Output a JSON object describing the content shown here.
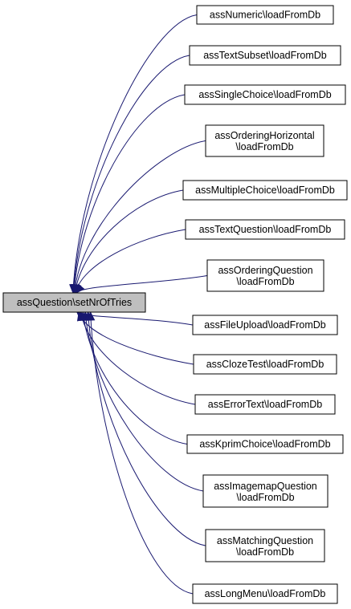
{
  "graph": {
    "root": {
      "id": "root",
      "label": [
        "assQuestion\\setNrOfTries"
      ]
    },
    "callers": [
      {
        "id": "numeric",
        "label": [
          "assNumeric\\loadFromDb"
        ]
      },
      {
        "id": "textsubset",
        "label": [
          "assTextSubset\\loadFromDb"
        ]
      },
      {
        "id": "singlechoice",
        "label": [
          "assSingleChoice\\loadFromDb"
        ]
      },
      {
        "id": "orderinghorizontal",
        "label": [
          "assOrderingHorizontal",
          "\\loadFromDb"
        ]
      },
      {
        "id": "multiplechoice",
        "label": [
          "assMultipleChoice\\loadFromDb"
        ]
      },
      {
        "id": "textquestion",
        "label": [
          "assTextQuestion\\loadFromDb"
        ]
      },
      {
        "id": "orderingquestion",
        "label": [
          "assOrderingQuestion",
          "\\loadFromDb"
        ]
      },
      {
        "id": "fileupload",
        "label": [
          "assFileUpload\\loadFromDb"
        ]
      },
      {
        "id": "clozetest",
        "label": [
          "assClozeTest\\loadFromDb"
        ]
      },
      {
        "id": "errortext",
        "label": [
          "assErrorText\\loadFromDb"
        ]
      },
      {
        "id": "kprimchoice",
        "label": [
          "assKprimChoice\\loadFromDb"
        ]
      },
      {
        "id": "imagemapquestion",
        "label": [
          "assImagemapQuestion",
          "\\loadFromDb"
        ]
      },
      {
        "id": "matchingquestion",
        "label": [
          "assMatchingQuestion",
          "\\loadFromDb"
        ]
      },
      {
        "id": "longmenu",
        "label": [
          "assLongMenu\\loadFromDb"
        ]
      }
    ],
    "colors": {
      "edge": "#191970",
      "root_fill": "#bfbfbf",
      "node_fill": "#ffffff",
      "node_stroke": "#000000"
    }
  }
}
